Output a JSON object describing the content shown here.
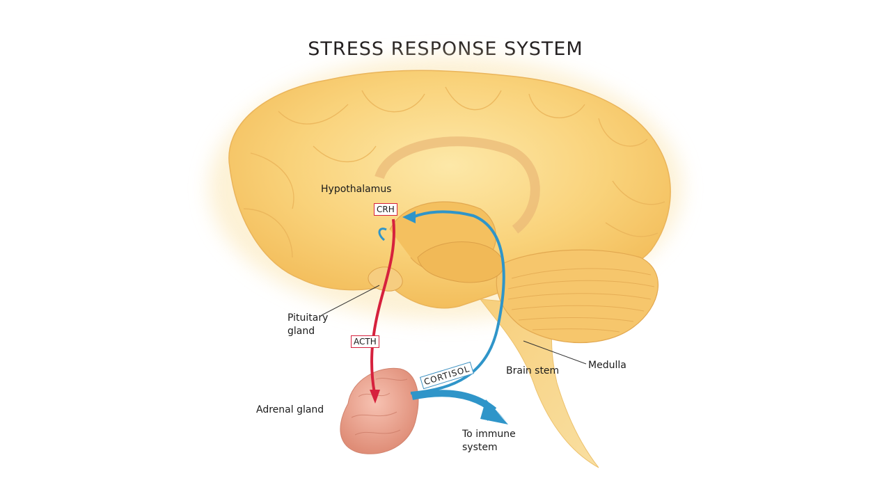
{
  "title": "STRESS RESPONSE SYSTEM",
  "labels": {
    "hypothalamus": "Hypothalamus",
    "pituitary_line1": "Pituitary",
    "pituitary_line2": "gland",
    "adrenal": "Adrenal gland",
    "immune_line1": "To immune",
    "immune_line2": "system",
    "brain_stem": "Brain stem",
    "medulla": "Medulla"
  },
  "hormones": {
    "crh": "CRH",
    "acth": "ACTH",
    "cortisol": "CORTISOL"
  },
  "colors": {
    "brain": "#f9d27a",
    "brain_outline": "#e9b356",
    "red_arrow": "#d6213d",
    "blue_arrow": "#2f95c9",
    "adrenal": "#e89c88"
  }
}
